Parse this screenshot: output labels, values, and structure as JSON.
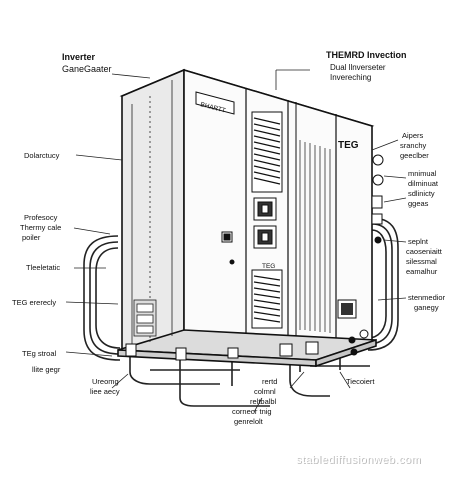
{
  "diagram": {
    "labels_top_left": [
      "Inverter",
      "GaneGaater"
    ],
    "labels_top_right": [
      "THEMRD Invection",
      "Dual llnverseter",
      "Invereching"
    ],
    "label_front_panel": "BHARTT",
    "label_side_panel": "TEG",
    "label_left_1": "Dolarctucy",
    "label_left_2": [
      "Profesocy",
      "Thermy cale",
      "poiler"
    ],
    "label_left_3": "Tleeletatic",
    "label_left_4": "TEG ererecly",
    "label_left_5": "TEg stroal",
    "label_left_6": "llite gegr",
    "label_bottom_left": [
      "Ureomg",
      "liee aecy"
    ],
    "label_bottom_center_1": [
      "rertd",
      "colmnl",
      "reltbalbl"
    ],
    "label_bottom_center_2": [
      "corneor tnig",
      "genrelolt"
    ],
    "label_bottom_right": "Tiecoiert",
    "label_right_1": [
      "Aipers",
      "sranchy",
      "geeclber"
    ],
    "label_right_2": [
      "mnimual",
      "dilminuat",
      "sdlinicty"
    ],
    "label_right_3": "ggeas",
    "label_right_4": [
      "seplnt",
      "caoseniaitt",
      "silessmal",
      "eamalhur"
    ],
    "label_right_5": [
      "stenmedior",
      "ganegy"
    ],
    "panel_bottom": "TEG",
    "watermark": "stablediffusionweb.com"
  }
}
